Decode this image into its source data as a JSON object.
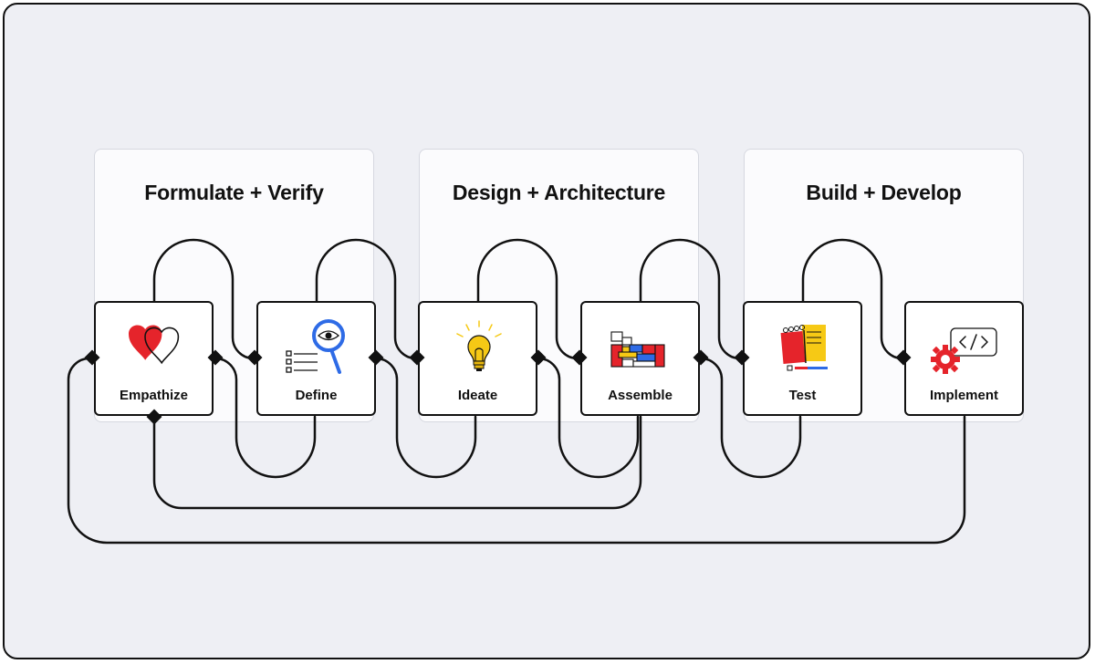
{
  "phases": [
    {
      "title": "Formulate + Verify"
    },
    {
      "title": "Design + Architecture"
    },
    {
      "title": "Build + Develop"
    }
  ],
  "steps": [
    {
      "label": "Empathize",
      "icon": "hearts-icon"
    },
    {
      "label": "Define",
      "icon": "magnifier-checklist-icon"
    },
    {
      "label": "Ideate",
      "icon": "lightbulb-icon"
    },
    {
      "label": "Assemble",
      "icon": "blocks-icon"
    },
    {
      "label": "Test",
      "icon": "notebooks-icon"
    },
    {
      "label": "Implement",
      "icon": "code-gear-icon"
    }
  ],
  "colors": {
    "background": "#eeeff4",
    "ink": "#111111",
    "red": "#e5242b",
    "blue": "#2e6be6",
    "yellow": "#f6c915",
    "card_border": "#d6d8e0"
  }
}
